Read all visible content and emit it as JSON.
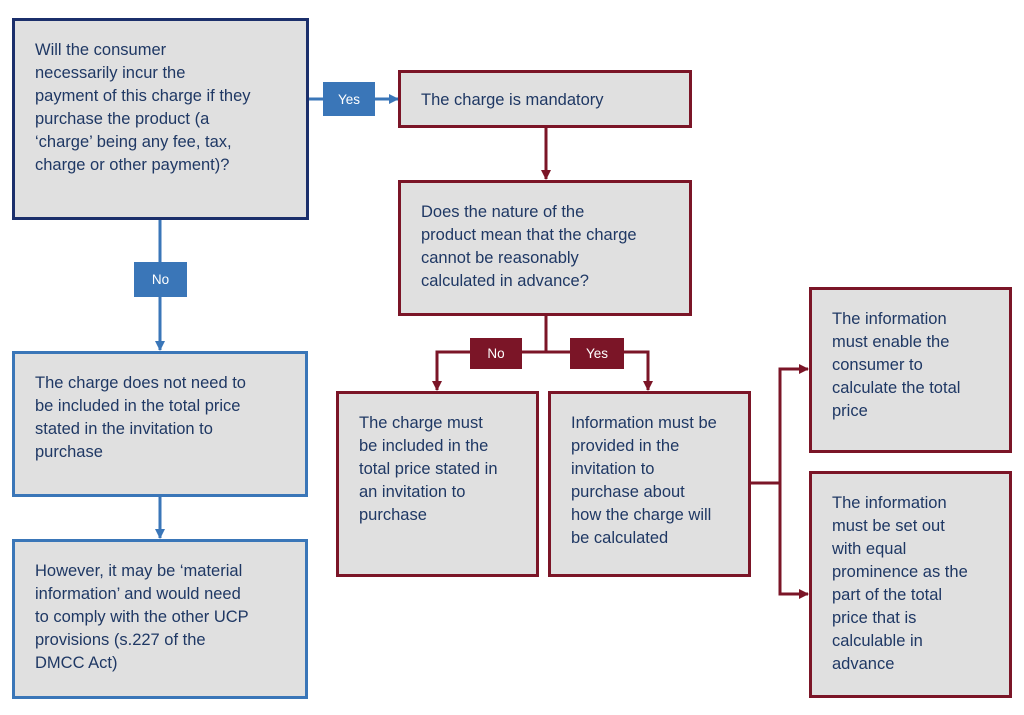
{
  "colors": {
    "blue_border": "#3a76b8",
    "navy_border": "#1b2f6b",
    "red_border": "#7b1527",
    "box_fill": "#e0e0e0",
    "text": "#1f3864"
  },
  "nodes": {
    "question_incur": "Will the consumer\nnecessarily incur the\npayment of this charge if they\npurchase the product (a\n‘charge’ being any fee, tax,\ncharge or other payment)?",
    "mandatory": "The charge is mandatory",
    "question_nature": "Does the nature of the\nproduct mean that the charge\ncannot be reasonably\ncalculated in advance?",
    "not_included": "The charge does not need to\nbe included in the total price\nstated in the invitation to\npurchase",
    "material_info": "However, it may be ‘material\ninformation’ and would need\nto comply with the other UCP\nprovisions (s.227 of the\nDMCC Act)",
    "must_include": "The charge must\nbe included in the\ntotal price stated in\nan invitation to\npurchase",
    "info_provided": "Information must be\nprovided in the\ninvitation to\npurchase about\nhow the charge will\nbe calculated",
    "enable_calc": "The information\nmust enable the\nconsumer to\ncalculate the total\nprice",
    "equal_prominence": "The information\nmust be set out\nwith equal\nprominence as the\npart of the total\nprice that is\ncalculable in\nadvance"
  },
  "labels": {
    "yes_top": "Yes",
    "no_left": "No",
    "no_mid": "No",
    "yes_mid": "Yes"
  }
}
